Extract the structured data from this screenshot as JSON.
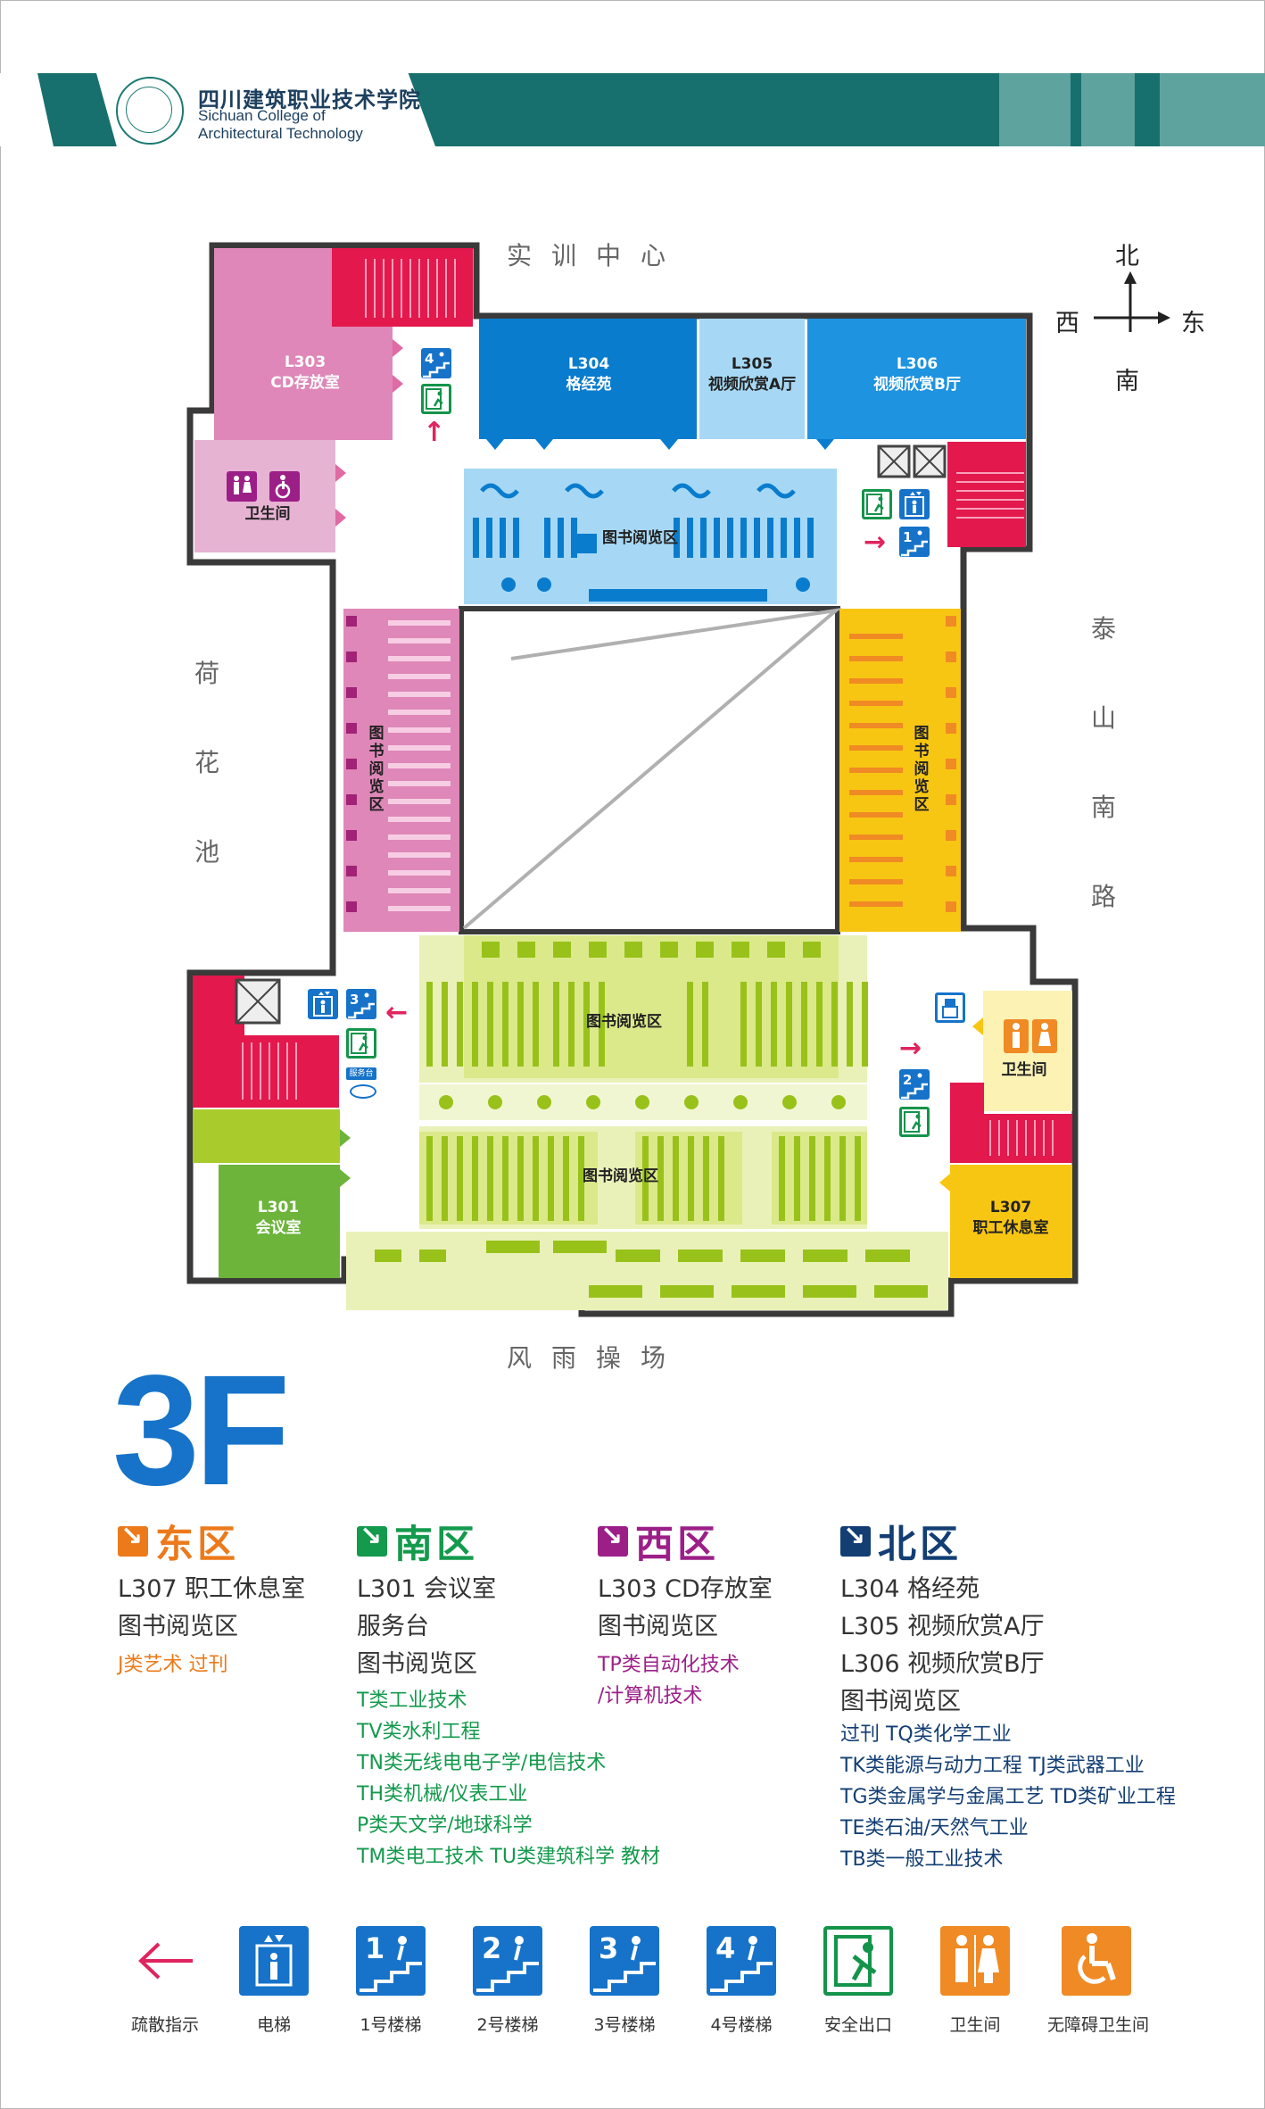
{
  "header": {
    "school_cn": "四川建筑职业技术学院",
    "school_en_1": "Sichuan College of",
    "school_en_2": "Architectural Technology"
  },
  "compass": {
    "north": "北",
    "south": "南",
    "west": "西",
    "east": "东"
  },
  "surroundings": {
    "north": "实训中心",
    "south": "风雨操场",
    "west": "荷花池",
    "east": "泰山南路"
  },
  "rooms": {
    "l303": {
      "code": "L303",
      "name": "CD存放室"
    },
    "l304": {
      "code": "L304",
      "name": "格经苑"
    },
    "l305": {
      "code": "L305",
      "name": "视频欣赏A厅"
    },
    "l306": {
      "code": "L306",
      "name": "视频欣赏B厅"
    },
    "l301": {
      "code": "L301",
      "name": "会议室"
    },
    "l307": {
      "code": "L307",
      "name": "职工休息室"
    },
    "toilet_nw": "卫生间",
    "toilet_se": "卫生间",
    "service_desk": "服务台"
  },
  "reading_areas": {
    "north": "图书阅览区",
    "west": "图书阅览区",
    "east": "图书阅览区",
    "south_upper": "图书阅览区",
    "south_lower": "图书阅览区"
  },
  "stair_numbers": {
    "nw": "4",
    "ne": "1",
    "sw": "3",
    "se": "2"
  },
  "floor": "3F",
  "zones": [
    {
      "title": "东区",
      "color": "#ec7a1b",
      "lines": [
        "L307 职工休息室",
        "图书阅览区"
      ],
      "subs": [
        "J类艺术  过刊"
      ],
      "sub_color": "#ec7a1b"
    },
    {
      "title": "南区",
      "color": "#139a4c",
      "lines": [
        "L301 会议室",
        "服务台",
        "图书阅览区"
      ],
      "subs": [
        "T类工业技术",
        "TV类水利工程",
        "TN类无线电电子学/电信技术",
        "TH类机械/仪表工业",
        "P类天文学/地球科学",
        "TM类电工技术  TU类建筑科学  教材"
      ],
      "sub_color": "#139a4c"
    },
    {
      "title": "西区",
      "color": "#9c1f88",
      "lines": [
        "L303 CD存放室",
        "图书阅览区"
      ],
      "subs": [
        "TP类自动化技术",
        "/计算机技术"
      ],
      "sub_color": "#9c1f88"
    },
    {
      "title": "北区",
      "color": "#123e74",
      "lines": [
        "L304 格经苑",
        "L305 视频欣赏A厅",
        "L306 视频欣赏B厅",
        "图书阅览区"
      ],
      "subs": [
        "过刊  TQ类化学工业",
        "TK类能源与动力工程  TJ类武器工业",
        "TG类金属学与金属工艺  TD类矿业工程",
        "TE类石油/天然气工业",
        "TB类一般工业技术"
      ],
      "sub_color": "#123e74"
    }
  ],
  "legend": [
    {
      "label": "疏散指示",
      "icon": "red-arrow-icon"
    },
    {
      "label": "电梯",
      "icon": "elevator-icon",
      "color": "#1673c9"
    },
    {
      "label": "1号楼梯",
      "icon": "stair-1-icon",
      "num": "1",
      "color": "#1673c9"
    },
    {
      "label": "2号楼梯",
      "icon": "stair-2-icon",
      "num": "2",
      "color": "#1673c9"
    },
    {
      "label": "3号楼梯",
      "icon": "stair-3-icon",
      "num": "3",
      "color": "#1673c9"
    },
    {
      "label": "4号楼梯",
      "icon": "stair-4-icon",
      "num": "4",
      "color": "#1673c9"
    },
    {
      "label": "安全出口",
      "icon": "exit-icon",
      "color": "#13944a"
    },
    {
      "label": "卫生间",
      "icon": "toilet-icon",
      "color": "#f08a24"
    },
    {
      "label": "无障碍卫生间",
      "icon": "accessible-toilet-icon",
      "color": "#f08a24"
    }
  ],
  "colors": {
    "header_teal": "#17706d",
    "pink": "#de87b8",
    "red": "#e3184d",
    "blue": "#0a7cce",
    "light_blue": "#a6d8f5",
    "yellow": "#f7c613",
    "lime": "#a9cc2c",
    "green": "#6cb43a"
  }
}
